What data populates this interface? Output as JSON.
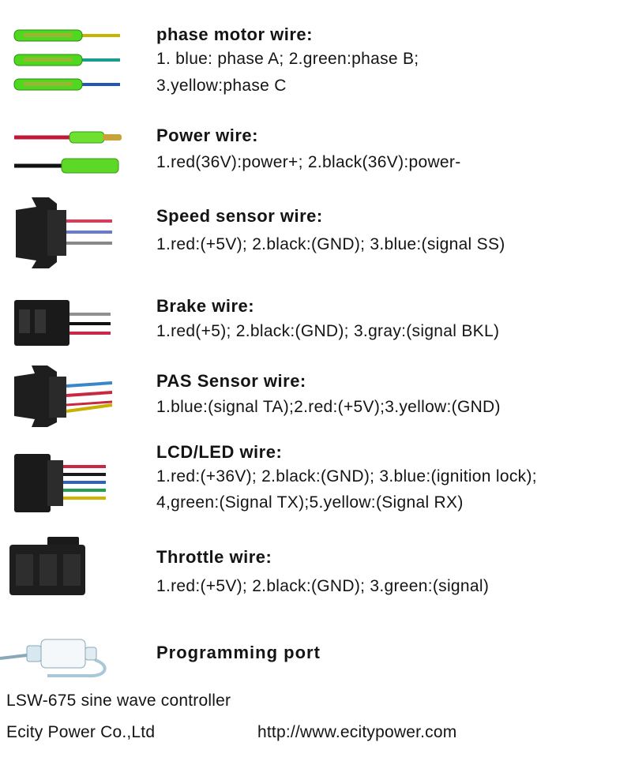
{
  "sections": [
    {
      "title": "phase  motor  wire:",
      "lines": [
        "1. blue: phase A; 2.green:phase B;",
        "3.yellow:phase C"
      ],
      "icon": "bullet-connector-3-wire-icon",
      "wire_colors": [
        "#c8b400",
        "#1a9c8e",
        "#2456b8"
      ]
    },
    {
      "title": "Power wire:",
      "lines": [
        "1.red(36V):power+; 2.black(36V):power-"
      ],
      "icon": "power-connector-icon",
      "wire_colors": [
        "#c01838",
        "#111111"
      ]
    },
    {
      "title": "Speed sensor wire:",
      "lines": [
        "1.red:(+5V); 2.black:(GND); 3.blue:(signal SS)"
      ],
      "icon": "3-pin-connector-icon",
      "wire_colors": [
        "#d0405a",
        "#6a7cc8",
        "#888888"
      ]
    },
    {
      "title": "Brake wire:",
      "lines": [
        "1.red(+5); 2.black:(GND); 3.gray:(signal BKL)"
      ],
      "icon": "brake-connector-icon",
      "wire_colors": [
        "#909090",
        "#111111",
        "#c8284a"
      ]
    },
    {
      "title": "PAS Sensor wire:",
      "lines": [
        "1.blue:(signal TA);2.red:(+5V);3.yellow:(GND)"
      ],
      "icon": "pas-connector-icon",
      "wire_colors": [
        "#3a86c8",
        "#c82840",
        "#c8b000"
      ]
    },
    {
      "title": "LCD/LED wire:",
      "lines": [
        "1.red:(+36V); 2.black:(GND); 3.blue:(ignition lock);",
        "4,green:(Signal TX);5.yellow:(Signal RX)"
      ],
      "icon": "5-pin-connector-icon",
      "wire_colors": [
        "#c82840",
        "#1a1a1a",
        "#3060c0",
        "#20a050",
        "#d0b400"
      ]
    },
    {
      "title": "Throttle wire:",
      "lines": [
        "1.red:(+5V); 2.black:(GND); 3.green:(signal)"
      ],
      "icon": "throttle-connector-icon",
      "wire_colors": []
    },
    {
      "title": "Programming port",
      "lines": [],
      "icon": "programming-port-icon",
      "wire_colors": [
        "#a8c8d8"
      ]
    }
  ],
  "footer": {
    "product": "LSW-675 sine wave controller",
    "company": "Ecity Power Co.,Ltd",
    "url": "http://www.ecitypower.com"
  }
}
